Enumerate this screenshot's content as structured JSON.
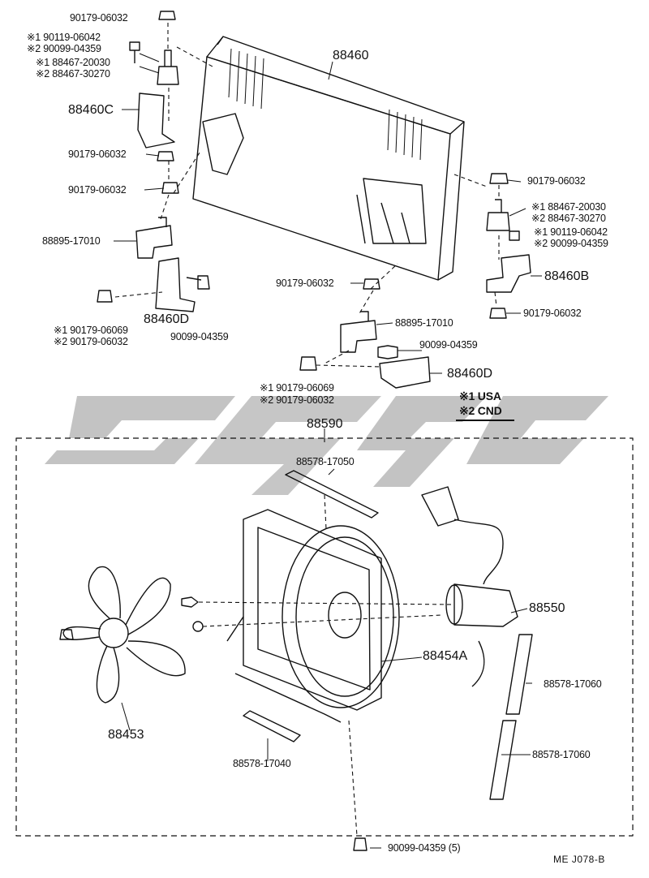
{
  "parts": {
    "top_nut": "90179-06032",
    "screw_1": "※1 90119-06042",
    "screw_2": "※2 90099-04359",
    "mount_1": "※1 88467-20030",
    "mount_2": "※2 88467-30270",
    "bracket_c": "88460C",
    "nut_left_mid": "90179-06032",
    "nut_left_low": "90179-06032",
    "mount_left": "88895-17010",
    "bracket_d_left": "88460D",
    "left_bolt": "90099-04359",
    "left_nut_1": "※1 90179-06069",
    "left_nut_2": "※2 90179-06032",
    "condenser": "88460",
    "right_top_nut": "90179-06032",
    "right_mount_1": "※1 88467-20030",
    "right_mount_2": "※2 88467-30270",
    "right_screw_1": "※1 90119-06042",
    "right_screw_2": "※2 90099-04359",
    "bracket_b": "88460B",
    "right_low_nut": "90179-06032",
    "center_nut": "90179-06032",
    "center_mount": "88895-17010",
    "center_bolt": "90099-04359",
    "bracket_d_center": "88460D",
    "center_nut_1": "※1 90179-06069",
    "center_nut_2": "※2 90179-06032",
    "fan_assembly": "88590",
    "seal_top": "88578-17050",
    "motor": "88550",
    "shroud": "88454A",
    "seal_right_1": "88578-17060",
    "seal_right_2": "88578-17060",
    "fan": "88453",
    "seal_bottom": "88578-17040",
    "bottom_bolt": "90099-04359 (5)"
  },
  "legend": {
    "usa": "※1 USA",
    "cnd": "※2 CND"
  },
  "footer": "ME  J078-B",
  "colors": {
    "line": "#111111",
    "watermark": "#bdbdbd"
  }
}
